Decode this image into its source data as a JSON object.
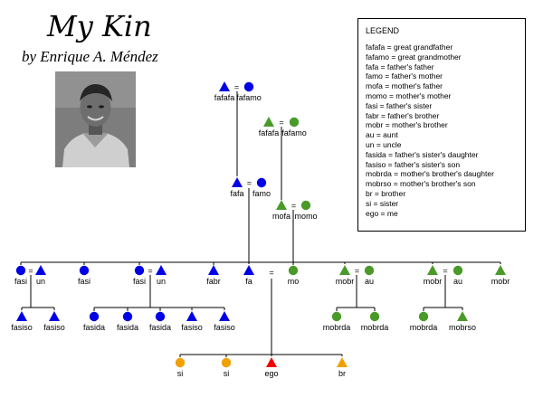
{
  "header": {
    "title": "My Kin",
    "byline": "by Enrique A. Méndez"
  },
  "legend": {
    "title": "LEGEND",
    "items": [
      "fafafa = great grandfather",
      "fafamo = great grandmother",
      "fafa = father's father",
      "famo = father's mother",
      "mofa = mother's father",
      "momo = mother's mother",
      "fasi = father's sister",
      "fabr = father's brother",
      "mobr = mother's brother",
      "au = aunt",
      "un = uncle",
      "fasida = father's sister's daughter",
      "fasiso = father's sister's son",
      "mobrda = mother's brother's daughter",
      "mobrso = mother's brother's son",
      "br = brother",
      "si = sister",
      "ego = me"
    ]
  },
  "colors": {
    "paternal": "#0000e6",
    "maternal": "#4a9a2a",
    "siblings": "#f0a000",
    "ego": "#ee0000",
    "line": "#000000"
  },
  "marriage_symbol": "=",
  "people": [
    {
      "id": "p_fafafa_blue",
      "label": "fafafa",
      "shape": "triangle",
      "group": "paternal"
    },
    {
      "id": "p_fafamo_blue",
      "label": "fafamo",
      "shape": "circle",
      "group": "paternal"
    },
    {
      "id": "p_fafafa_green",
      "label": "fafafa",
      "shape": "triangle",
      "group": "maternal"
    },
    {
      "id": "p_fafamo_green",
      "label": "fafamo",
      "shape": "circle",
      "group": "maternal"
    },
    {
      "id": "p_fafa",
      "label": "fafa",
      "shape": "triangle",
      "group": "paternal"
    },
    {
      "id": "p_famo",
      "label": "famo",
      "shape": "circle",
      "group": "paternal"
    },
    {
      "id": "p_mofa",
      "label": "mofa",
      "shape": "triangle",
      "group": "maternal"
    },
    {
      "id": "p_momo",
      "label": "momo",
      "shape": "circle",
      "group": "maternal"
    },
    {
      "id": "p_fasi1",
      "label": "fasi",
      "shape": "circle",
      "group": "paternal"
    },
    {
      "id": "p_un1",
      "label": "un",
      "shape": "triangle",
      "group": "paternal"
    },
    {
      "id": "p_fasi2",
      "label": "fasi",
      "shape": "circle",
      "group": "paternal"
    },
    {
      "id": "p_fasi3",
      "label": "fasi",
      "shape": "circle",
      "group": "paternal"
    },
    {
      "id": "p_un2",
      "label": "un",
      "shape": "triangle",
      "group": "paternal"
    },
    {
      "id": "p_fabr",
      "label": "fabr",
      "shape": "triangle",
      "group": "paternal"
    },
    {
      "id": "p_fa",
      "label": "fa",
      "shape": "triangle",
      "group": "paternal"
    },
    {
      "id": "p_mo",
      "label": "mo",
      "shape": "circle",
      "group": "maternal"
    },
    {
      "id": "p_mobr1",
      "label": "mobr",
      "shape": "triangle",
      "group": "maternal"
    },
    {
      "id": "p_au1",
      "label": "au",
      "shape": "circle",
      "group": "maternal"
    },
    {
      "id": "p_mobr2",
      "label": "mobr",
      "shape": "triangle",
      "group": "maternal"
    },
    {
      "id": "p_au2",
      "label": "au",
      "shape": "circle",
      "group": "maternal"
    },
    {
      "id": "p_mobr3",
      "label": "mobr",
      "shape": "triangle",
      "group": "maternal"
    },
    {
      "id": "p_fasiso1",
      "label": "fasiso",
      "shape": "triangle",
      "group": "paternal"
    },
    {
      "id": "p_fasiso2",
      "label": "fasiso",
      "shape": "triangle",
      "group": "paternal"
    },
    {
      "id": "p_fasida1",
      "label": "fasida",
      "shape": "circle",
      "group": "paternal"
    },
    {
      "id": "p_fasida2",
      "label": "fasida",
      "shape": "circle",
      "group": "paternal"
    },
    {
      "id": "p_fasida3",
      "label": "fasida",
      "shape": "circle",
      "group": "paternal"
    },
    {
      "id": "p_fasiso3",
      "label": "fasiso",
      "shape": "triangle",
      "group": "paternal"
    },
    {
      "id": "p_fasiso4",
      "label": "fasiso",
      "shape": "triangle",
      "group": "paternal"
    },
    {
      "id": "p_mobrda1",
      "label": "mobrda",
      "shape": "circle",
      "group": "maternal"
    },
    {
      "id": "p_mobrda2",
      "label": "mobrda",
      "shape": "circle",
      "group": "maternal"
    },
    {
      "id": "p_mobrda3",
      "label": "mobrda",
      "shape": "circle",
      "group": "maternal"
    },
    {
      "id": "p_mobrso",
      "label": "mobrso",
      "shape": "triangle",
      "group": "maternal"
    },
    {
      "id": "p_si1",
      "label": "si",
      "shape": "circle",
      "group": "siblings"
    },
    {
      "id": "p_si2",
      "label": "si",
      "shape": "circle",
      "group": "siblings"
    },
    {
      "id": "p_ego",
      "label": "ego",
      "shape": "triangle",
      "group": "ego"
    },
    {
      "id": "p_br",
      "label": "br",
      "shape": "triangle",
      "group": "siblings"
    }
  ],
  "marriages": [
    [
      "p_fafafa_blue",
      "p_fafamo_blue"
    ],
    [
      "p_fafafa_green",
      "p_fafamo_green"
    ],
    [
      "p_fafa",
      "p_famo"
    ],
    [
      "p_mofa",
      "p_momo"
    ],
    [
      "p_fasi1",
      "p_un1"
    ],
    [
      "p_fasi3",
      "p_un2"
    ],
    [
      "p_fa",
      "p_mo"
    ],
    [
      "p_mobr1",
      "p_au1"
    ],
    [
      "p_mobr2",
      "p_au2"
    ]
  ]
}
